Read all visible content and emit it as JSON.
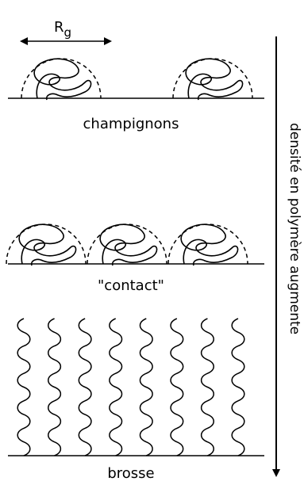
{
  "labels": {
    "radius_main": "R",
    "radius_sub": "g",
    "regime_1": "champignons",
    "regime_2": "\"contact\"",
    "regime_3": "brosse",
    "axis": "densité en polymère augmente"
  },
  "diagram": {
    "mushrooms_count": 2,
    "contact_coils_count": 3,
    "brush_chains_count": 8,
    "line_color": "#000000"
  }
}
